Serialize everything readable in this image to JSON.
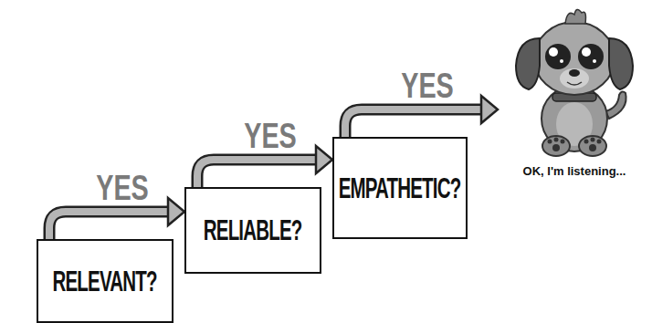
{
  "diagram": {
    "nodes": [
      {
        "text": [
          "RELEVANT?"
        ]
      },
      {
        "text": [
          "RELIABLE?"
        ]
      },
      {
        "text": [
          "EMPATHETIC?"
        ]
      },
      {
        "text": [
          "OK, I'm listening..."
        ]
      }
    ],
    "edges": [
      {
        "from": 0,
        "to": 1,
        "label": "YES",
        "arrow": "to"
      },
      {
        "from": 1,
        "to": 2,
        "label": "YES",
        "arrow": "to"
      },
      {
        "from": 2,
        "to": 3,
        "label": "YES",
        "arrow": "to"
      }
    ]
  }
}
